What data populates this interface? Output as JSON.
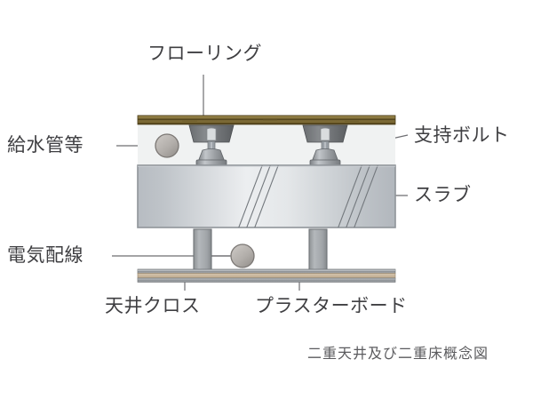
{
  "diagram": {
    "caption": "二重天井及び二重床概念図",
    "labels": [
      {
        "id": "flooring",
        "text": "フローリング",
        "role": "callout-label"
      },
      {
        "id": "water-pipe",
        "text": "給水管等",
        "role": "callout-label"
      },
      {
        "id": "support-bolt",
        "text": "支持ボルト",
        "role": "callout-label"
      },
      {
        "id": "slab",
        "text": "スラブ",
        "role": "callout-label"
      },
      {
        "id": "wiring",
        "text": "電気配線",
        "role": "callout-label"
      },
      {
        "id": "ceiling-cloth",
        "text": "天井クロス",
        "role": "callout-label"
      },
      {
        "id": "plasterboard",
        "text": "プラスターボード",
        "role": "callout-label"
      }
    ],
    "colors": {
      "flooring_dark": "#5c4a22",
      "flooring_light": "#8d7a44",
      "slab_edge": "#9aa0a6",
      "slab_fill_light": "#e9ecee",
      "slab_fill_mid": "#b9bec4",
      "void_fill": "#f0f2f2",
      "metal_dark": "#6f7275",
      "metal_mid": "#a8acb0",
      "pipe_fill": "#b2aeab",
      "plasterboard_tan": "#c9b79d",
      "leader_line": "#6e6e72",
      "text": "#3f3f42",
      "caption_text": "#5b5b5e"
    }
  }
}
